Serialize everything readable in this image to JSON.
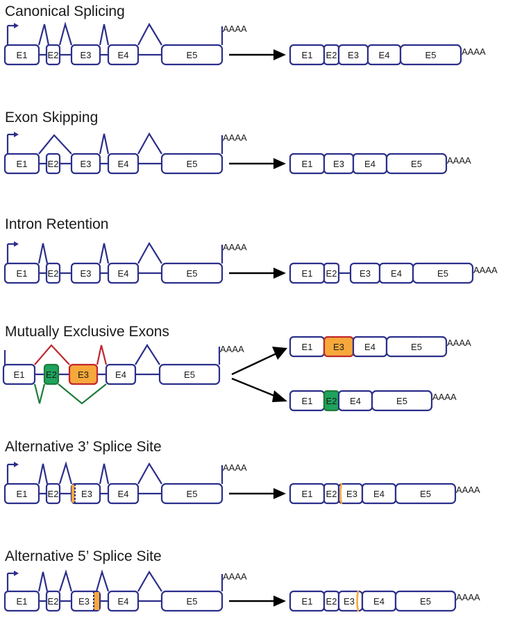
{
  "panels": {
    "canonical": {
      "title": "Canonical Splicing"
    },
    "skipping": {
      "title": "Exon Skipping"
    },
    "retention": {
      "title": "Intron Retention"
    },
    "mutually": {
      "title": "Mutually Exclusive Exons"
    },
    "alt3": {
      "title": "Alternative 3’ Splice Site"
    },
    "alt5": {
      "title": "Alternative 5’ Splice Site"
    }
  },
  "labels": {
    "e1": "E1",
    "e2": "E2",
    "e3": "E3",
    "e4": "E4",
    "e5": "E5",
    "polya": "AAAA"
  },
  "colors": {
    "outline": "#2b2f8a",
    "included_exon_fill": "#f7a83b",
    "included_exon_border": "#c0272d",
    "excluded_exon_fill": "#1fa35c",
    "excluded_exon_border": "#1e7b3a",
    "arrow": "#000000"
  }
}
